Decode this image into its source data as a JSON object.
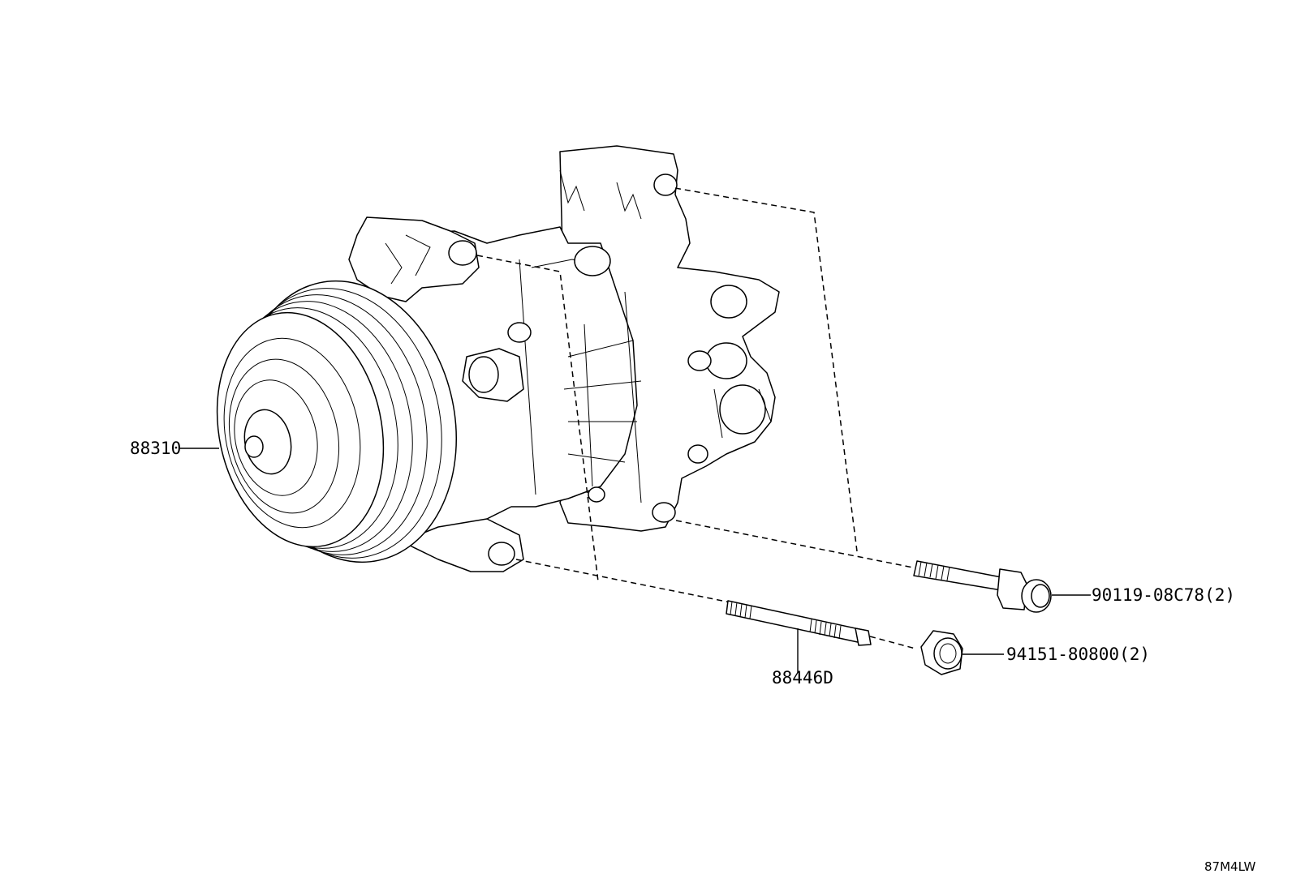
{
  "parts": [
    {
      "id": "compressor",
      "number": "88310"
    },
    {
      "id": "stud-bolt",
      "number": "88446D"
    },
    {
      "id": "bolt",
      "number": "90119-08C78(2)"
    },
    {
      "id": "nut",
      "number": "94151-80800(2)"
    }
  ],
  "illustration_code": "87M4LW",
  "colors": {
    "line": "#000000",
    "background": "#ffffff"
  }
}
